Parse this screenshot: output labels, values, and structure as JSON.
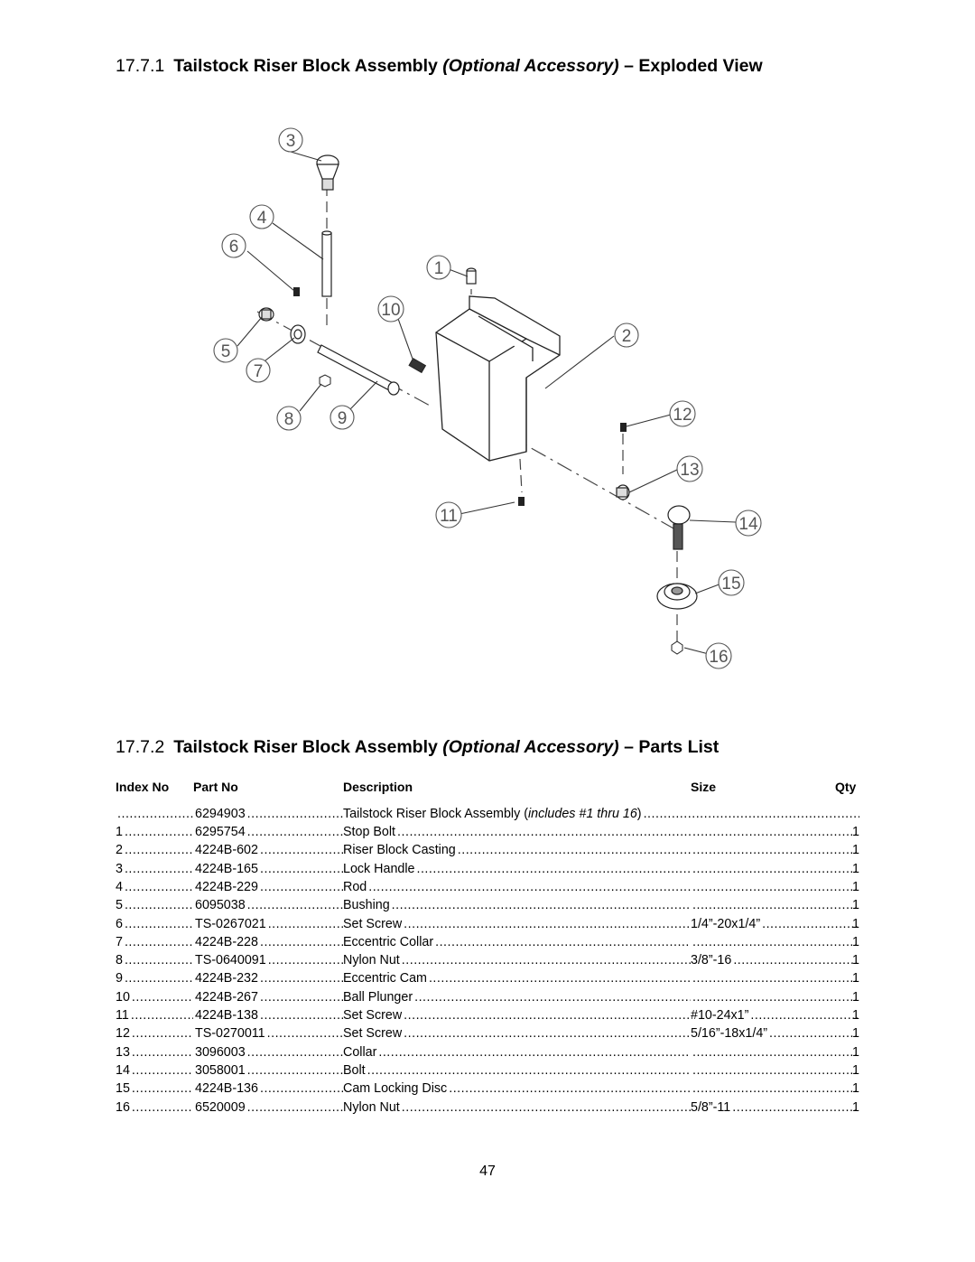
{
  "section_exploded": {
    "number": "17.7.1",
    "title": "Tailstock Riser Block Assembly",
    "italic": "(Optional Accessory)",
    "suffix": "– Exploded View"
  },
  "section_parts": {
    "number": "17.7.2",
    "title": "Tailstock Riser Block Assembly",
    "italic": "(Optional Accessory)",
    "suffix": "– Parts List"
  },
  "diagram_callouts": [
    "1",
    "2",
    "3",
    "4",
    "5",
    "6",
    "7",
    "8",
    "9",
    "10",
    "11",
    "12",
    "13",
    "14",
    "15",
    "16"
  ],
  "table": {
    "headers": {
      "index": "Index No",
      "part": "Part No",
      "desc": "Description",
      "size": "Size",
      "qty": "Qty"
    },
    "assembly": {
      "index": "",
      "part": "6294903",
      "desc": "Tailstock Riser Block Assembly",
      "desc_italic": "includes #1 thru 16",
      "desc_close": ")",
      "size": "",
      "qty": ""
    },
    "rows": [
      {
        "index": "1",
        "part": "6295754",
        "desc": "Stop Bolt",
        "size": "",
        "qty": "1"
      },
      {
        "index": "2",
        "part": "4224B-602",
        "desc": "Riser Block Casting",
        "size": "",
        "qty": "1"
      },
      {
        "index": "3",
        "part": "4224B-165",
        "desc": "Lock Handle",
        "size": "",
        "qty": "1"
      },
      {
        "index": "4",
        "part": "4224B-229",
        "desc": "Rod",
        "size": "",
        "qty": "1"
      },
      {
        "index": "5",
        "part": "6095038",
        "desc": "Bushing",
        "size": "",
        "qty": "1"
      },
      {
        "index": "6",
        "part": "TS-0267021",
        "desc": "Set Screw",
        "size": "1/4”-20x1/4”",
        "qty": "1"
      },
      {
        "index": "7",
        "part": "4224B-228",
        "desc": "Eccentric Collar",
        "size": "",
        "qty": "1"
      },
      {
        "index": "8",
        "part": "TS-0640091",
        "desc": "Nylon Nut",
        "size": "3/8”-16",
        "qty": "1"
      },
      {
        "index": "9",
        "part": "4224B-232",
        "desc": "Eccentric Cam",
        "size": "",
        "qty": "1"
      },
      {
        "index": "10",
        "part": "4224B-267",
        "desc": "Ball Plunger",
        "size": "",
        "qty": "1"
      },
      {
        "index": "11",
        "part": "4224B-138",
        "desc": "Set Screw",
        "size": "#10-24x1”",
        "qty": "1"
      },
      {
        "index": "12",
        "part": "TS-0270011",
        "desc": "Set Screw",
        "size": "5/16”-18x1/4”",
        "qty": "1"
      },
      {
        "index": "13",
        "part": "3096003",
        "desc": "Collar",
        "size": "",
        "qty": "1"
      },
      {
        "index": "14",
        "part": "3058001",
        "desc": "Bolt",
        "size": "",
        "qty": "1"
      },
      {
        "index": "15",
        "part": "4224B-136",
        "desc": "Cam Locking Disc",
        "size": "",
        "qty": "1"
      },
      {
        "index": "16",
        "part": "6520009",
        "desc": "Nylon Nut",
        "size": "5/8”-11",
        "qty": "1"
      }
    ]
  },
  "page_number": "47"
}
